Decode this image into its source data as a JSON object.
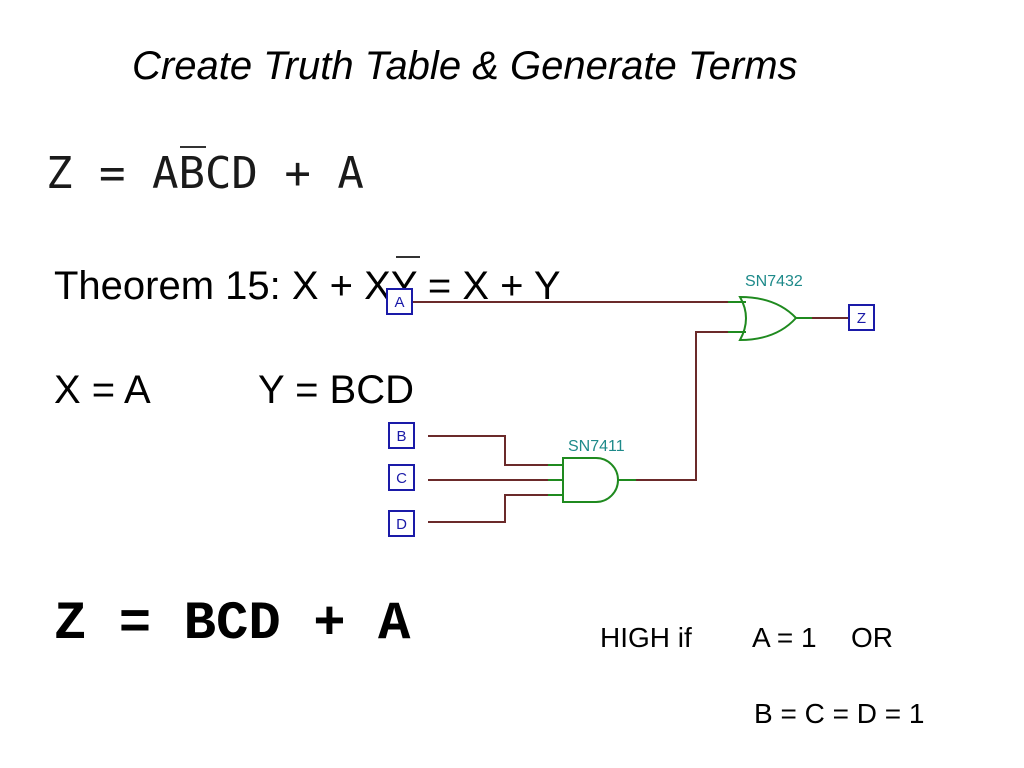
{
  "title": "Create Truth Table & Generate Terms",
  "equation_original": "Z = ABCD + A",
  "theorem": "Theorem 15:  X + XY = X + Y",
  "assign_x": "X = A",
  "assign_y": "Y = BCD",
  "equation_simplified": "Z = BCD + A",
  "condition": {
    "high_if": "HIGH if",
    "a_eq": "A = 1",
    "or_word": "OR",
    "bcd_eq": "B = C = D = 1"
  },
  "circuit": {
    "inputs": [
      "A",
      "B",
      "C",
      "D"
    ],
    "output": "Z",
    "and_chip": "SN7411",
    "or_chip": "SN7432"
  },
  "colors": {
    "wire": "#6b2a2a",
    "gate": "#1f8a1f",
    "port_border": "#1a1aa8",
    "chip_label": "#1e8a8a"
  }
}
